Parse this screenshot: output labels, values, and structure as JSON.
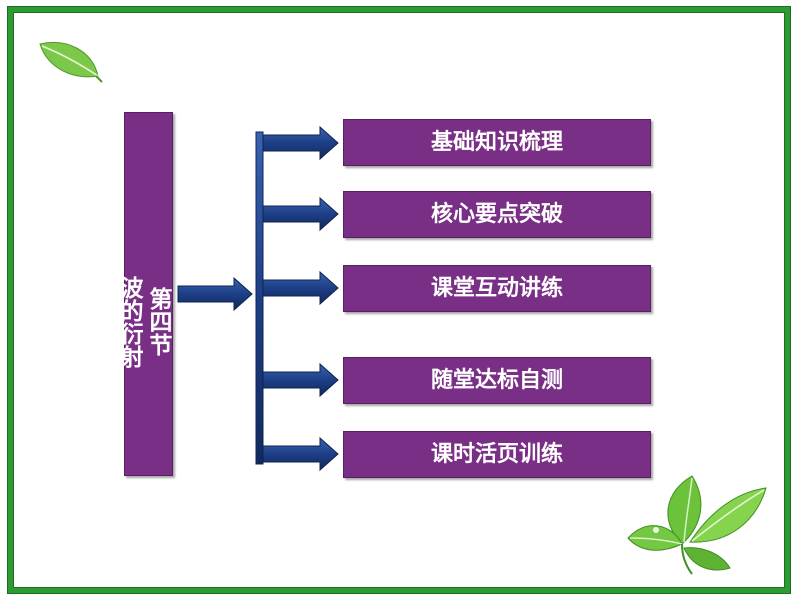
{
  "title": {
    "line1": "第四节",
    "line2": "波的衍射"
  },
  "items": [
    {
      "label": "基础知识梳理"
    },
    {
      "label": "核心要点突破"
    },
    {
      "label": "课堂互动讲练"
    },
    {
      "label": "随堂达标自测"
    },
    {
      "label": "课时活页训练"
    }
  ],
  "colors": {
    "frame": "#2e9a32",
    "box": "#7a2f86",
    "arrow": "#1f3c7a",
    "leaf": "#7cc84a"
  }
}
